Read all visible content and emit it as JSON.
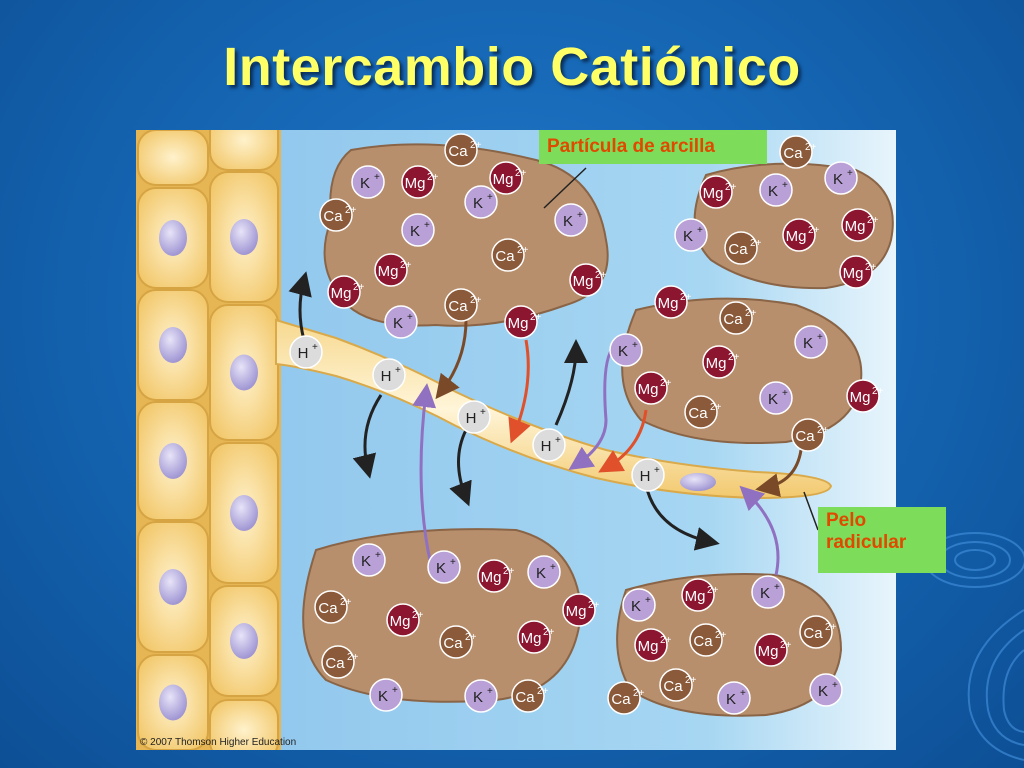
{
  "slide": {
    "title": "Intercambio Catiónico",
    "copyright": "© 2007 Thomson Higher Education"
  },
  "labels": {
    "clay_particle": "Partícula de arcilla",
    "root_hair_line1": "Pelo",
    "root_hair_line2": "radicular"
  },
  "ions": {
    "ca": {
      "symbol": "Ca",
      "charge": "2+",
      "color": "#8a5a3a"
    },
    "mg": {
      "symbol": "Mg",
      "charge": "2+",
      "color": "#8c1530"
    },
    "k": {
      "symbol": "K",
      "charge": "+",
      "color": "#b9a0d6"
    },
    "h": {
      "symbol": "H",
      "charge": "+",
      "color": "#dcdcdc"
    }
  },
  "colors": {
    "background": "#1463b0",
    "title": "#ffff66",
    "soil_water": "#9fd1f0",
    "clay": "#b88f6c",
    "root_cells": "#f5d27a",
    "label_box": "#7ddc5a",
    "label_text": "#e04a00",
    "arrow_black": "#222222",
    "arrow_brown": "#7a4a28",
    "arrow_red": "#e0502a",
    "arrow_purple": "#9070c0"
  }
}
